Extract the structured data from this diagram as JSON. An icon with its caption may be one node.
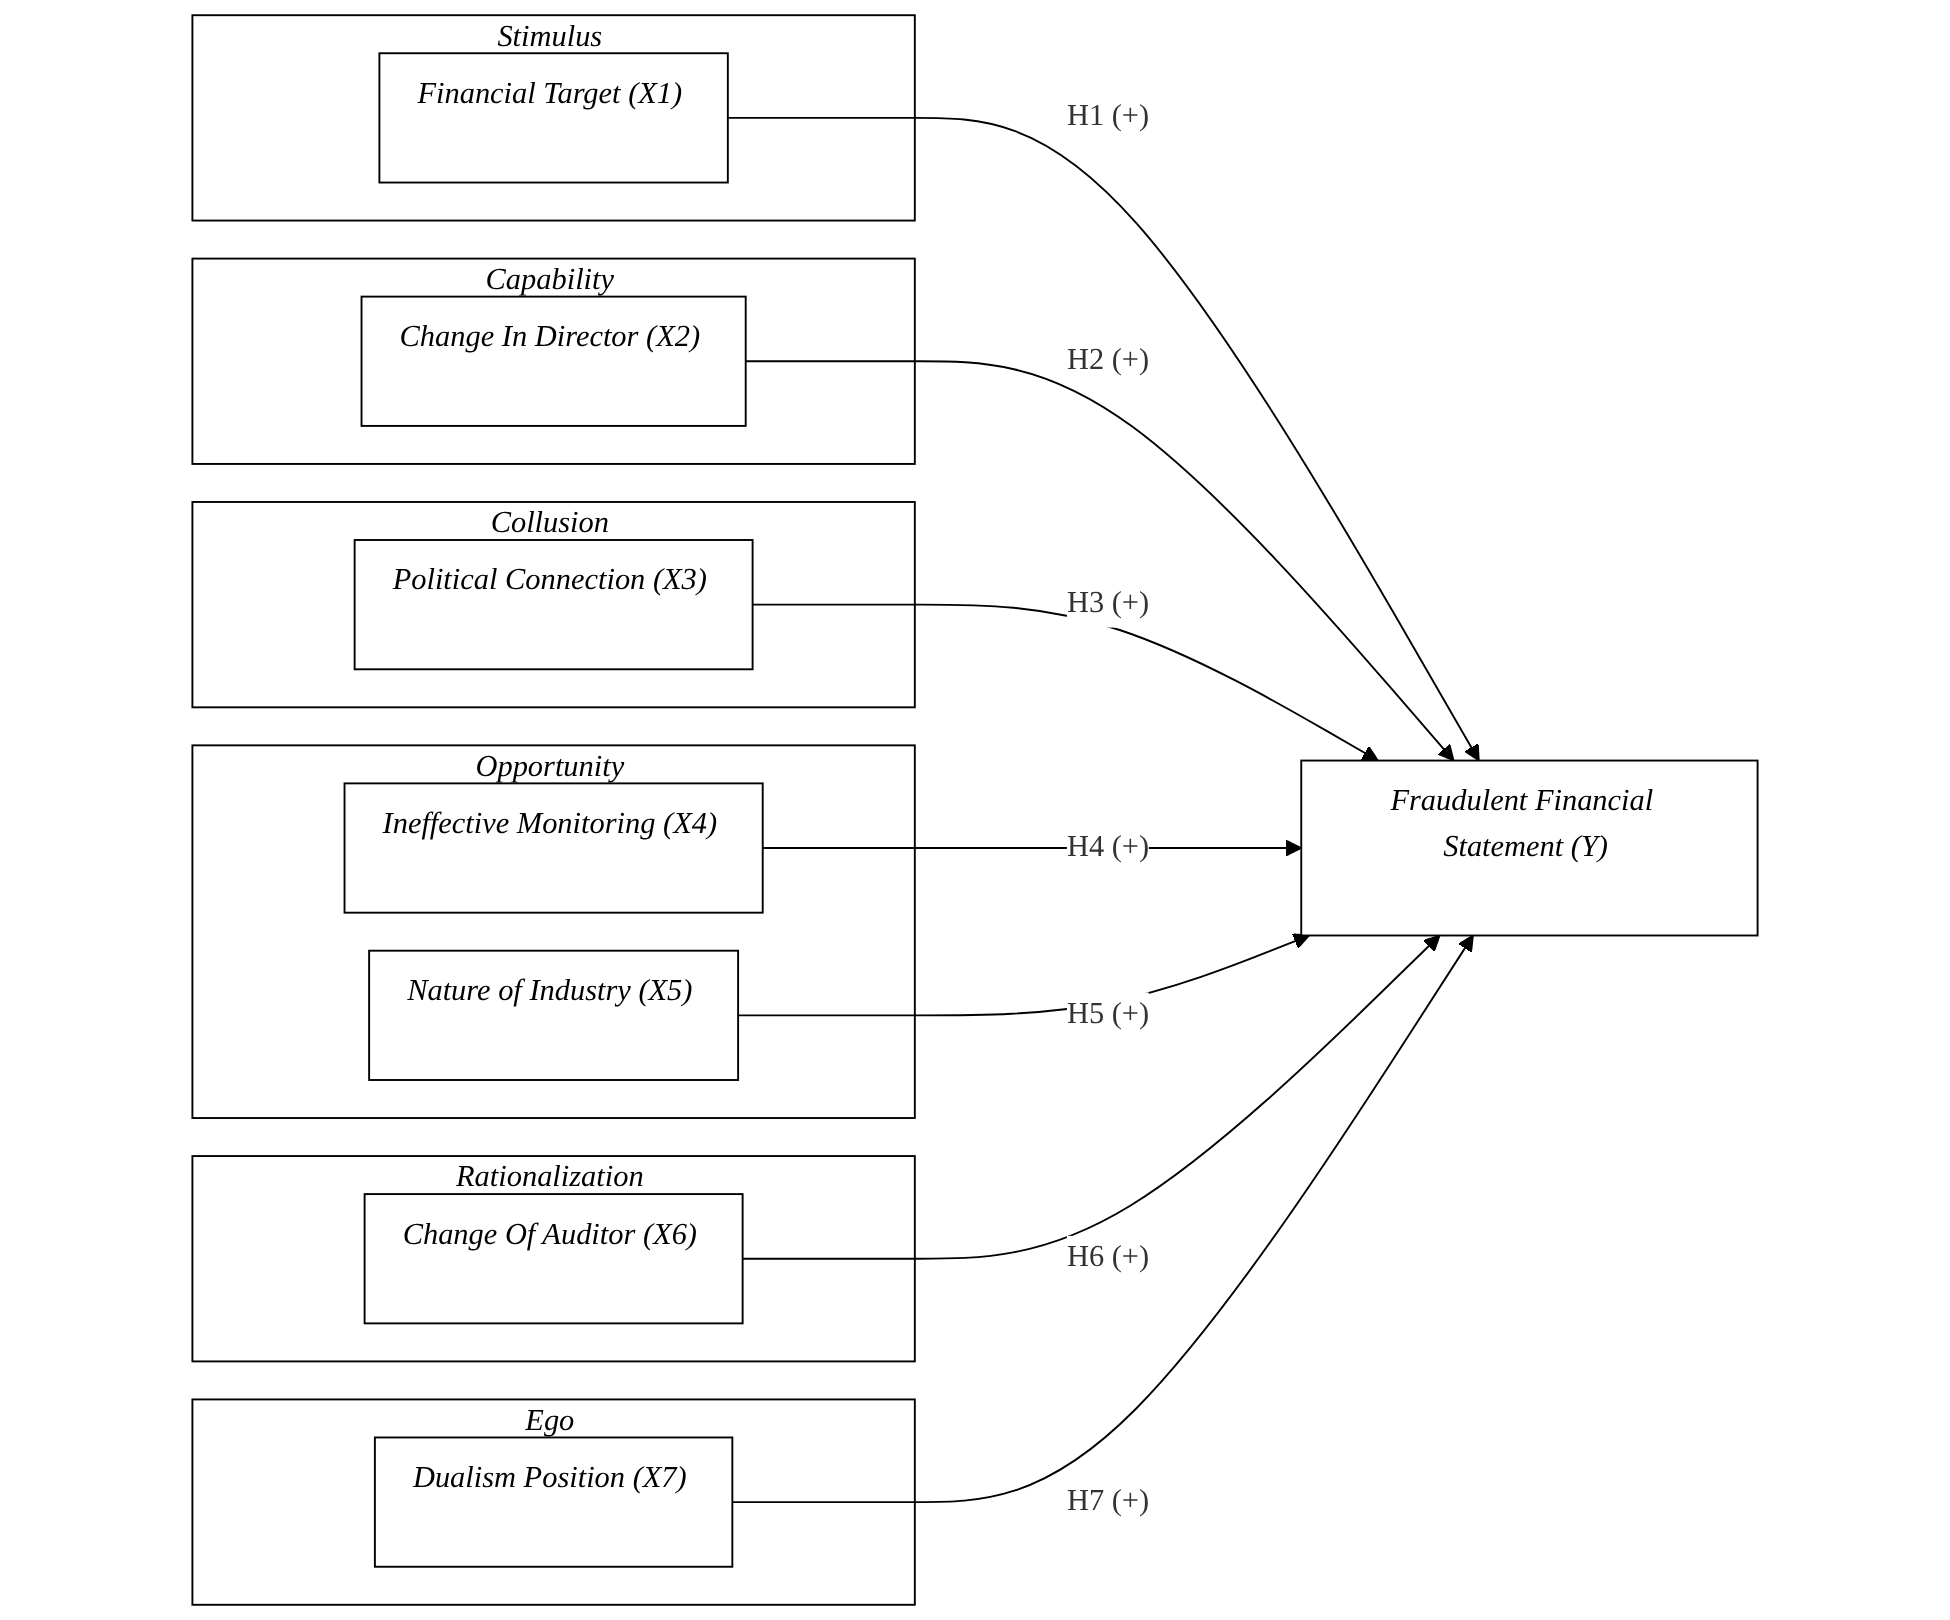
{
  "diagram": {
    "nodes": [
      {
        "text": [
          "Stimulus"
        ]
      },
      {
        "text": [
          "Financial Target (X1)"
        ],
        "in": 0
      },
      {
        "text": [
          "Capability"
        ]
      },
      {
        "text": [
          "Change In Director (X2)"
        ],
        "in": 2
      },
      {
        "text": [
          "Collusion"
        ]
      },
      {
        "text": [
          "Political Connection (X3)"
        ],
        "in": 4
      },
      {
        "text": [
          "Opportunity"
        ]
      },
      {
        "text": [
          "Ineffective Monitoring (X4)"
        ],
        "in": 6
      },
      {
        "text": [
          "Nature of Industry (X5)"
        ],
        "in": 6
      },
      {
        "text": [
          "Rationalization"
        ]
      },
      {
        "text": [
          "Change Of Auditor (X6)"
        ],
        "in": 9
      },
      {
        "text": [
          "Ego"
        ]
      },
      {
        "text": [
          "Dualism Position (X7)"
        ],
        "in": 11
      },
      {
        "text": [
          "Fraudulent Financial Statement (Y)"
        ]
      }
    ],
    "edges": [
      {
        "from": 1,
        "to": 13,
        "arrow": "to",
        "label": "H1 (+)"
      },
      {
        "from": 3,
        "to": 13,
        "arrow": "to",
        "label": "H2 (+)"
      },
      {
        "from": 5,
        "to": 13,
        "arrow": "to",
        "label": "H3 (+)"
      },
      {
        "from": 7,
        "to": 13,
        "arrow": "to",
        "label": "H4 (+)"
      },
      {
        "from": 8,
        "to": 13,
        "arrow": "to",
        "label": "H5 (+)"
      },
      {
        "from": 10,
        "to": 13,
        "arrow": "to",
        "label": "H6 (+)"
      },
      {
        "from": 12,
        "to": 13,
        "arrow": "to",
        "label": "H7 (+)"
      }
    ]
  }
}
